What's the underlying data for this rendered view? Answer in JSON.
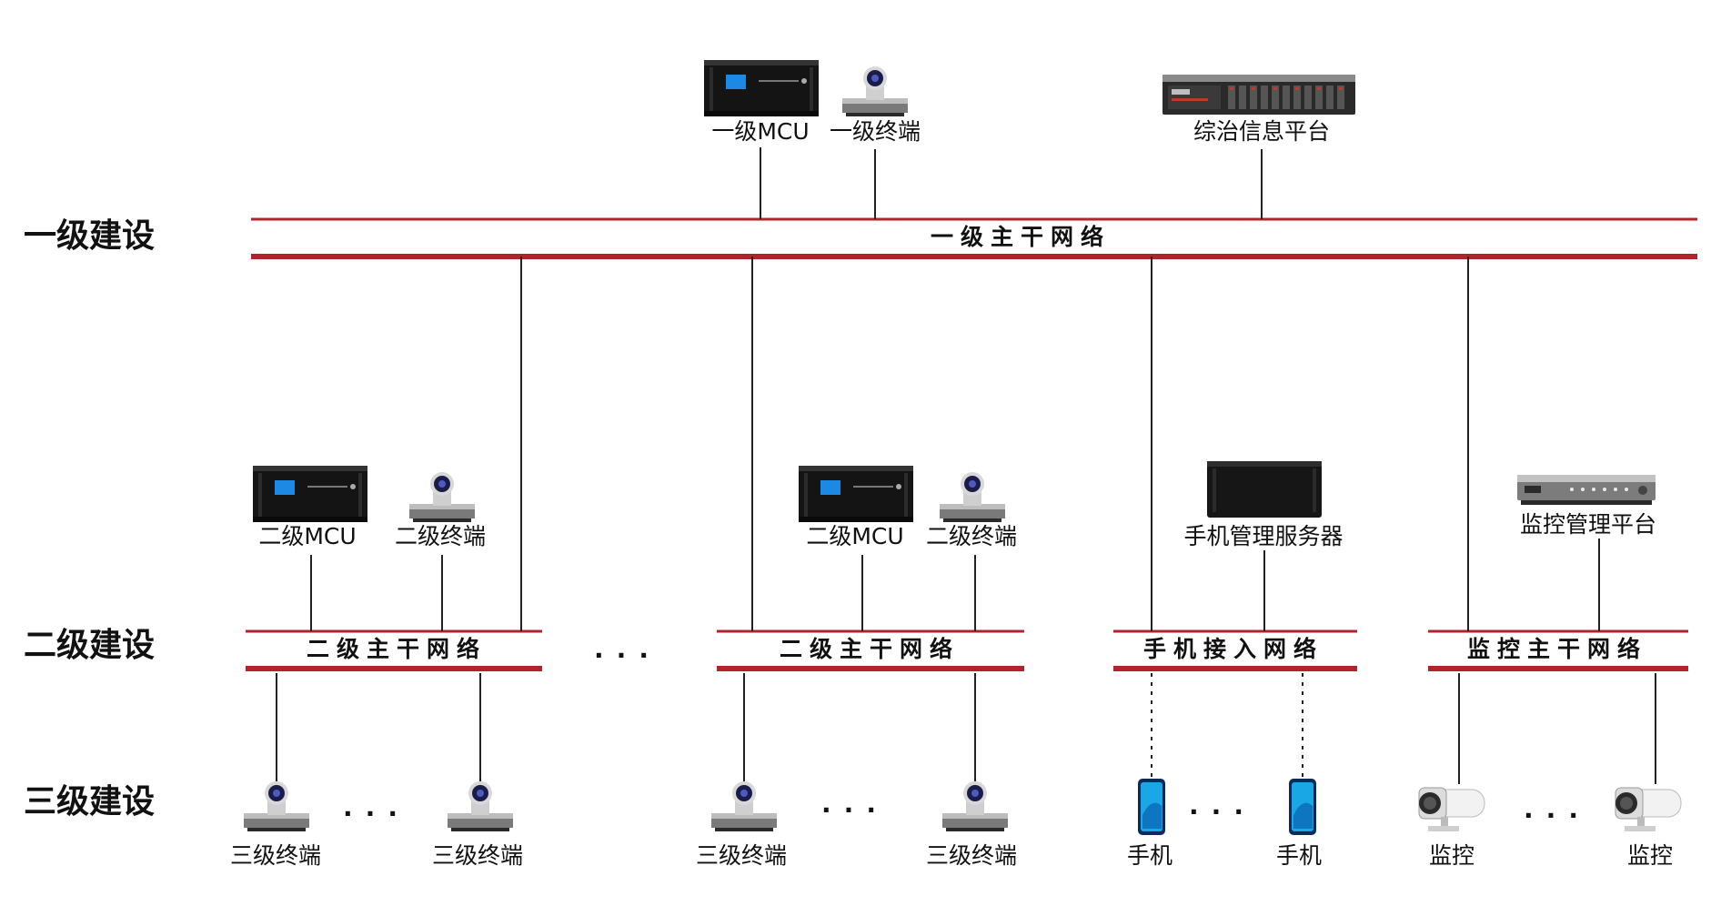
{
  "tiers": {
    "level1": "一级建设",
    "level2": "二级建设",
    "level3": "三级建设"
  },
  "buses": {
    "backbone1": "一级主干网络",
    "backbone2a": "二级主干网络",
    "backbone2b": "二级主干网络",
    "mobile": "手机接入网络",
    "monitor": "监控主干网络"
  },
  "devices": {
    "mcu1": "一级MCU",
    "terminal1": "一级终端",
    "platform": "综治信息平台",
    "mcu2a": "二级MCU",
    "terminal2a": "二级终端",
    "mcu2b": "二级MCU",
    "terminal2b": "二级终端",
    "phone_server": "手机管理服务器",
    "monitor_platform": "监控管理平台",
    "t3_1": "三级终端",
    "t3_2": "三级终端",
    "t3_3": "三级终端",
    "t3_4": "三级终端",
    "phone1": "手机",
    "phone2": "手机",
    "cam1": "监控",
    "cam2": "监控"
  },
  "ellipsis": "...",
  "colors": {
    "bus_red": "#b1242b",
    "mcu_screen": "#1e88e5",
    "phone_screen": "#1aa7e6"
  }
}
